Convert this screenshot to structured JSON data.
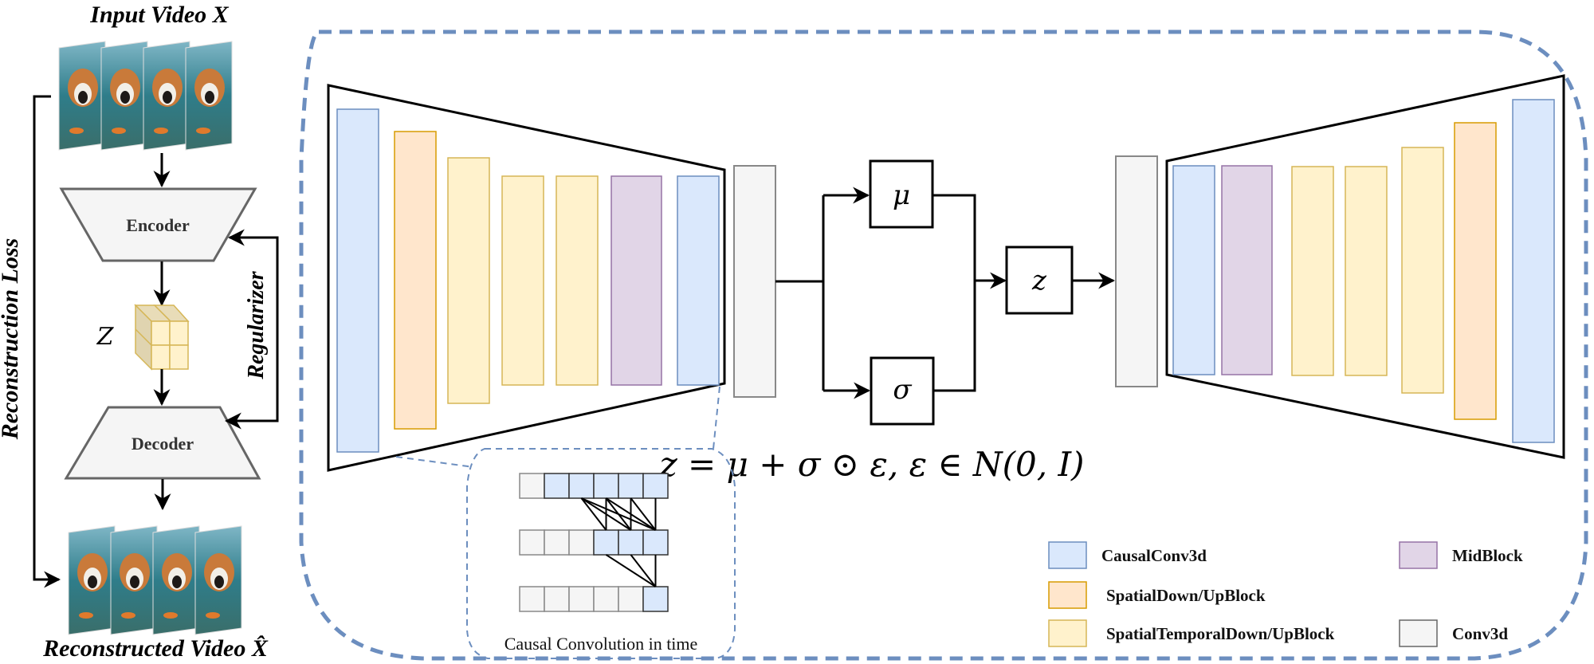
{
  "left_panel": {
    "input_title": "Input Video X",
    "output_title": "Reconstructed Video X̂",
    "encoder_label": "Encoder",
    "decoder_label": "Decoder",
    "latent_label": "Z",
    "regularizer_label": "Regularizer",
    "recon_loss_label": "Reconstruction Loss",
    "frame_count": 4
  },
  "vae": {
    "mu_label": "μ",
    "sigma_label": "σ",
    "z_label": "z",
    "equation": "z = μ + σ ⊙ ε, ε ∈ N(0, I)",
    "encoder_blocks": [
      "CausalConv3d",
      "SpatialDown/UpBlock",
      "SpatialTemporalDown/UpBlock",
      "SpatialTemporalDown/UpBlock",
      "SpatialTemporalDown/UpBlock",
      "MidBlock",
      "CausalConv3d"
    ],
    "decoder_blocks": [
      "CausalConv3d",
      "MidBlock",
      "SpatialTemporalDown/UpBlock",
      "SpatialTemporalDown/UpBlock",
      "SpatialTemporalDown/UpBlock",
      "SpatialDown/UpBlock",
      "CausalConv3d"
    ]
  },
  "causal_conv": {
    "caption": "Causal Convolution in time",
    "rows": [
      [
        0,
        1,
        1,
        1,
        1,
        1
      ],
      [
        0,
        0,
        0,
        1,
        1,
        1
      ],
      [
        0,
        0,
        0,
        0,
        0,
        1
      ]
    ]
  },
  "legend": [
    {
      "label": "CausalConv3d",
      "fill": "#dae8fc",
      "stroke": "#6c8ebf"
    },
    {
      "label": "MidBlock",
      "fill": "#e1d5e7",
      "stroke": "#9673a6"
    },
    {
      "label": "SpatialDown/UpBlock",
      "fill": "#ffe6cc",
      "stroke": "#d79b00"
    },
    {
      "label": "SpatialTemporalDown/UpBlock",
      "fill": "#fff2cc",
      "stroke": "#d6b656"
    },
    {
      "label": "Conv3d",
      "fill": "#f5f5f5",
      "stroke": "#666666"
    }
  ],
  "colors": {
    "dashed_border": "#6c8ebf",
    "conv3d_fill": "#f5f5f5",
    "encoder_box_fill": "#f5f5f5",
    "encoder_box_stroke": "#666666",
    "latent_cube_fill": "#fff2cc",
    "latent_cube_stroke": "#d6b656"
  }
}
